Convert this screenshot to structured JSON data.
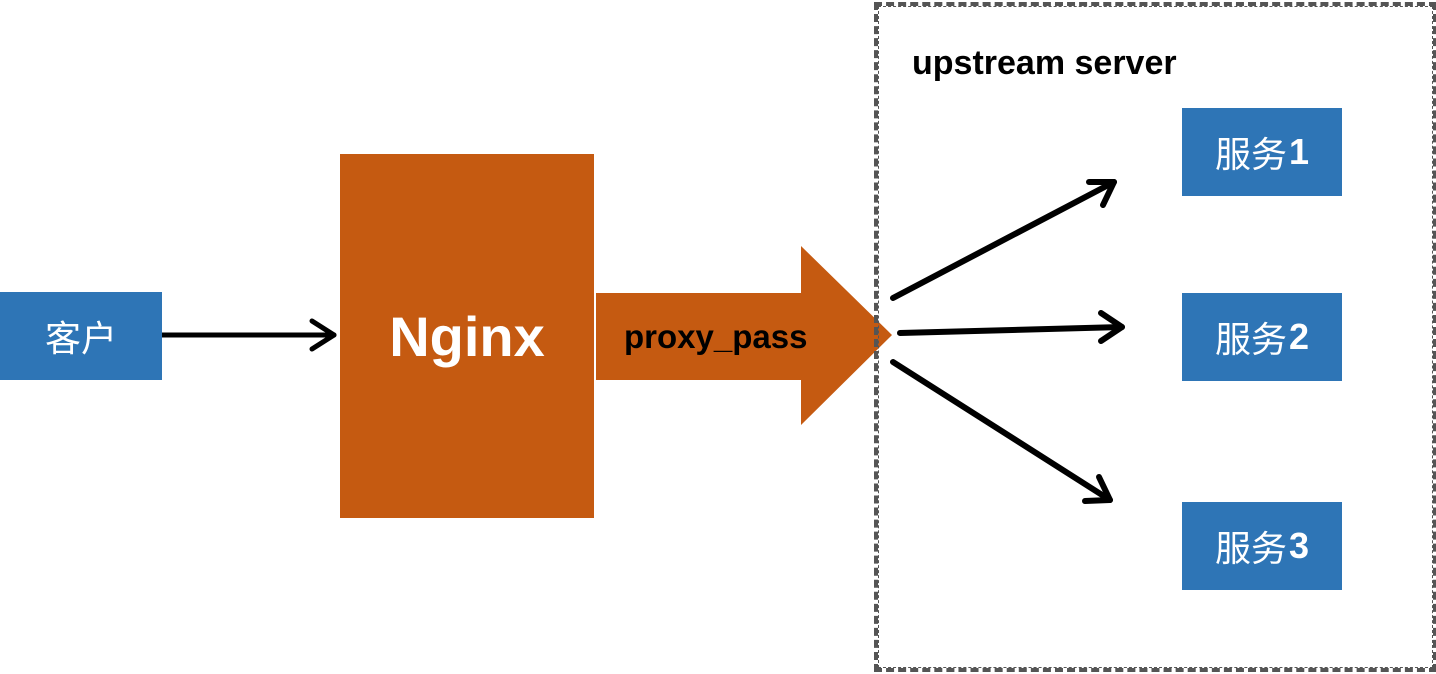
{
  "client": {
    "label": "客户"
  },
  "nginx": {
    "label": "Nginx"
  },
  "proxy": {
    "label": "proxy_pass"
  },
  "upstream": {
    "label": "upstream server"
  },
  "services": [
    {
      "name": "服务",
      "num": "1"
    },
    {
      "name": "服务",
      "num": "2"
    },
    {
      "name": "服务",
      "num": "3"
    }
  ],
  "colors": {
    "service_blue": "#2e75b6",
    "nginx_orange": "#c55a11",
    "arrow_black": "#000000",
    "group_border": "#555555"
  }
}
